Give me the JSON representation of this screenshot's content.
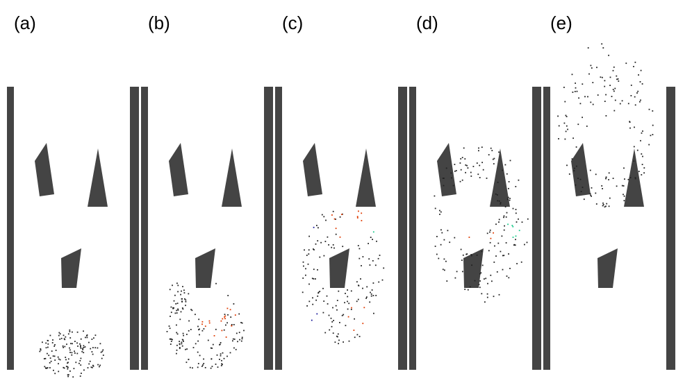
{
  "panels": [
    {
      "label": "(a)"
    },
    {
      "label": "(b)"
    },
    {
      "label": "(c)"
    },
    {
      "label": "(d)"
    },
    {
      "label": "(e)"
    }
  ],
  "colors": {
    "wall": "#444444",
    "obstacle": "#444444",
    "particle_default": "#222222",
    "particle_highlights": [
      "#e03a00",
      "#1a1a9a",
      "#19c98a"
    ]
  }
}
